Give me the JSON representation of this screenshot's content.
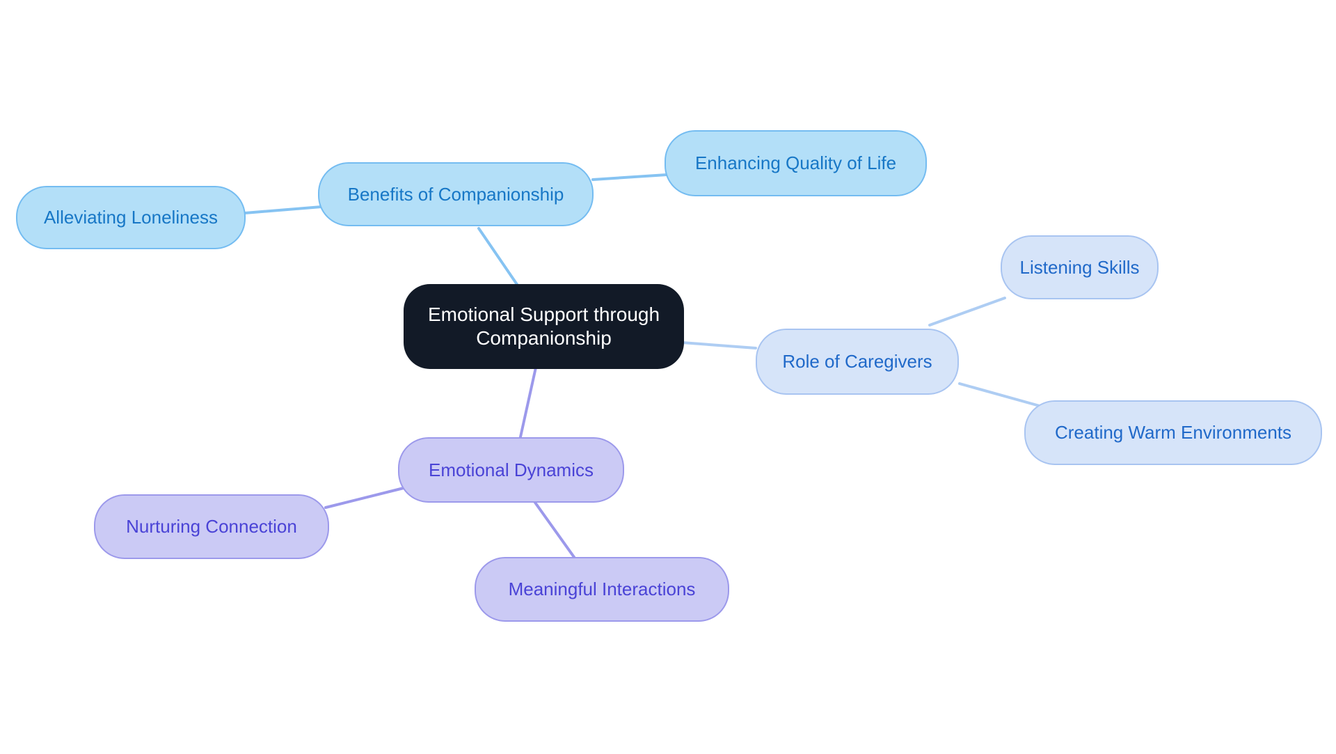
{
  "diagram": {
    "type": "mindmap",
    "root_key": "root",
    "edges": [
      [
        "root",
        "benefits"
      ],
      [
        "benefits",
        "alleviating"
      ],
      [
        "benefits",
        "enhancing"
      ],
      [
        "root",
        "role"
      ],
      [
        "role",
        "listening"
      ],
      [
        "role",
        "creating"
      ],
      [
        "root",
        "dynamics"
      ],
      [
        "dynamics",
        "nurturing"
      ],
      [
        "dynamics",
        "meaningful"
      ]
    ]
  },
  "nodes": {
    "root": {
      "label": "Emotional Support through Companionship"
    },
    "benefits": {
      "label": "Benefits of Companionship"
    },
    "alleviating": {
      "label": "Alleviating Loneliness"
    },
    "enhancing": {
      "label": "Enhancing Quality of Life"
    },
    "role": {
      "label": "Role of Caregivers"
    },
    "listening": {
      "label": "Listening Skills"
    },
    "creating": {
      "label": "Creating Warm Environments"
    },
    "dynamics": {
      "label": "Emotional Dynamics"
    },
    "nurturing": {
      "label": "Nurturing Connection"
    },
    "meaningful": {
      "label": "Meaningful Interactions"
    }
  },
  "colors": {
    "root_fill": "#121A27",
    "root_text": "#FFFFFF",
    "sky_fill": "#B3DFF8",
    "sky_border": "#74BCF1",
    "sky_text": "#1777C6",
    "sky_edge": "#86C3F2",
    "pale_fill": "#D6E4F9",
    "pale_border": "#A8C4F1",
    "pale_text": "#2069C9",
    "pale_edge": "#AECDF3",
    "lav_fill": "#CBCAF5",
    "lav_border": "#9C99EB",
    "lav_text": "#4A43D6",
    "lav_edge": "#9C99EB"
  }
}
